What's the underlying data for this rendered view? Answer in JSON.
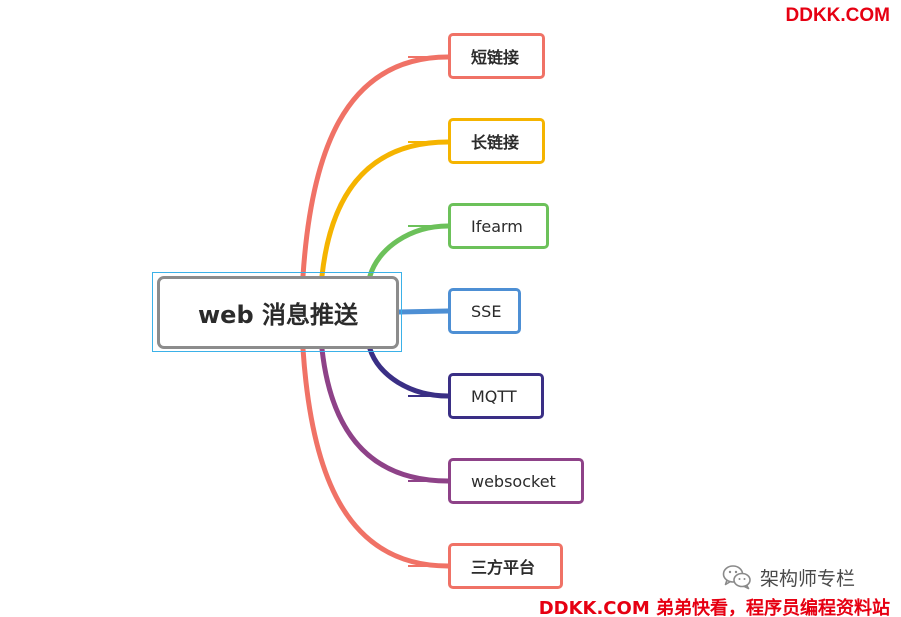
{
  "watermarks": {
    "top": "DDKK.COM",
    "bottom": "DDKK.COM 弟弟快看，程序员编程资料站",
    "color": "#e60012"
  },
  "wechat": {
    "icon": "wechat-icon",
    "label": "架构师专栏"
  },
  "mindmap": {
    "root": {
      "label": "web 消息推送",
      "border_color": "#8c8c8c",
      "selection_color": "#3bb1e8"
    },
    "branches": [
      {
        "id": "short-polling",
        "label": "短链接",
        "color": "#f07266",
        "bold": true
      },
      {
        "id": "long-polling",
        "label": "长链接",
        "color": "#f5b400",
        "bold": true
      },
      {
        "id": "iframe",
        "label": "Ifearm",
        "color": "#6cc15a",
        "bold": false
      },
      {
        "id": "sse",
        "label": "SSE",
        "color": "#4d8fd4",
        "bold": false
      },
      {
        "id": "mqtt",
        "label": "MQTT",
        "color": "#3a2f85",
        "bold": false
      },
      {
        "id": "websocket",
        "label": "websocket",
        "color": "#8e4288",
        "bold": false
      },
      {
        "id": "third-party",
        "label": "三方平台",
        "color": "#f07266",
        "bold": true
      }
    ]
  }
}
